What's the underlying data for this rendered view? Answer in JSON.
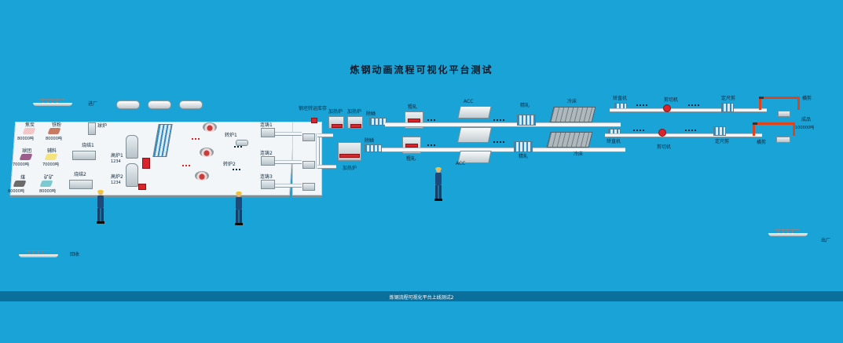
{
  "title": "炼钢动画流程可视化平台测试",
  "footer": "炼钢流程可视化平台上线测试2",
  "docks": {
    "in_factory": "进厂",
    "out_factory": "出厂",
    "return": "回收"
  },
  "raw_materials": [
    {
      "name": "焦炭",
      "amount": "80000吨",
      "color": "#f3c7c7"
    },
    {
      "name": "铁粉",
      "amount": "80000吨",
      "color": "#c97a63"
    },
    {
      "name": "球团",
      "amount": "70000吨",
      "color": "#9c5c8c"
    },
    {
      "name": "辅料",
      "amount": "70000吨",
      "color": "#f5e37e"
    },
    {
      "name": "煤",
      "amount": "80000吨",
      "color": "#6b6b6b"
    },
    {
      "name": "矿矿",
      "amount": "80000吨",
      "color": "#7ec9cf"
    }
  ],
  "ironmaking": {
    "sinter": "烧结1",
    "sinter2": "烧结2",
    "blast_furnace1": "高炉1",
    "blast_furnace2": "高炉2",
    "pellet": "球炉",
    "bf1_value": "1234",
    "bf2_value": "1234"
  },
  "steelmaking": {
    "converter1": "转炉1",
    "converter2": "转炉2",
    "caster1": "连铸1",
    "caster2": "连铸2",
    "caster3": "连铸3",
    "billet_yard": "钢坯转运库存"
  },
  "rolling": {
    "reheat1": "加热炉",
    "reheat2": "加热炉",
    "reheat3": "加热炉",
    "descale1": "除鳞",
    "descale2": "除鳞",
    "rough1": "粗轧",
    "rough2": "粗轧",
    "finish1": "精轧",
    "finish2": "精轧",
    "acc_top": "ACC",
    "acc_bottom": "ACC",
    "cool_top": "冷床",
    "cool_bottom": "冷床",
    "straighten_top": "矫直机",
    "straighten_bottom": "矫直机",
    "shear_top": "剪切机",
    "shear_bottom": "剪切机",
    "flying_top": "定尺剪",
    "flying_bottom": "定尺剪",
    "final_top": "横剪",
    "final_bottom": "横剪",
    "product": "成品",
    "product_amount": "100000吨"
  }
}
